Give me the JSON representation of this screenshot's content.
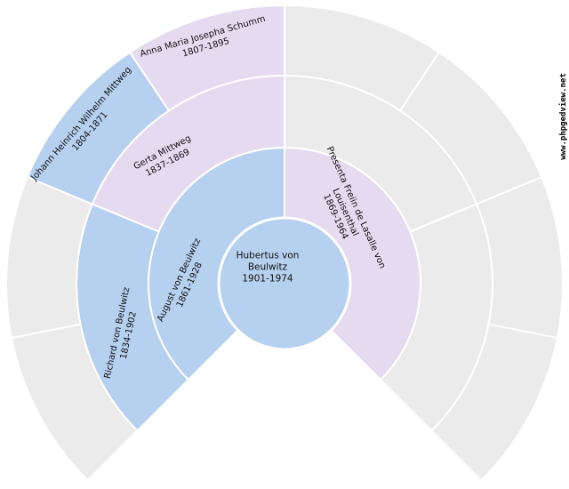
{
  "chart_data": {
    "type": "fan-genealogy",
    "title": "Ancestor fan chart of Hubertus von Beulwitz",
    "fan_degrees": 270,
    "generations_shown": 4,
    "persons": {
      "hubertus": {
        "name_lines": [
          "Hubertus von",
          "Beulwitz"
        ],
        "dates": "1901-1974",
        "sex": "M",
        "relation": "root"
      },
      "august": {
        "name_lines": [
          "August von Beulwitz"
        ],
        "dates": "1861-1928",
        "sex": "M",
        "relation": "father"
      },
      "presenta": {
        "name_lines": [
          "Presenta Freiin de Lasalle von",
          "Louisenthal"
        ],
        "dates": "1869-1964",
        "sex": "F",
        "relation": "mother"
      },
      "richard": {
        "name_lines": [
          "Richard von Beulwitz"
        ],
        "dates": "1834-1902",
        "sex": "M",
        "relation": "paternal grandfather"
      },
      "gerta": {
        "name_lines": [
          "Gerta Mittweg"
        ],
        "dates": "1837-1869",
        "sex": "F",
        "relation": "paternal grandmother"
      },
      "johann": {
        "name_lines": [
          "Johann Heinrich Wilhelm Mittweg"
        ],
        "dates": "1804-1871",
        "sex": "M",
        "relation": "great-grandfather"
      },
      "schumm": {
        "name_lines": [
          "Anna Maria Josepha Schumm"
        ],
        "dates": "1807-1895",
        "sex": "F",
        "relation": "great-grandmother"
      }
    },
    "cells": [
      {
        "gen": 1,
        "slot": 0,
        "person": "august"
      },
      {
        "gen": 1,
        "slot": 1,
        "person": "presenta"
      },
      {
        "gen": 2,
        "slot": 0,
        "person": "richard"
      },
      {
        "gen": 2,
        "slot": 1,
        "person": "gerta"
      },
      {
        "gen": 2,
        "slot": 2,
        "person": null
      },
      {
        "gen": 2,
        "slot": 3,
        "person": null
      },
      {
        "gen": 3,
        "slot": 0,
        "person": null
      },
      {
        "gen": 3,
        "slot": 1,
        "person": null
      },
      {
        "gen": 3,
        "slot": 2,
        "person": "johann"
      },
      {
        "gen": 3,
        "slot": 3,
        "person": "schumm"
      },
      {
        "gen": 3,
        "slot": 4,
        "person": null
      },
      {
        "gen": 3,
        "slot": 5,
        "person": null
      },
      {
        "gen": 3,
        "slot": 6,
        "person": null
      },
      {
        "gen": 3,
        "slot": 7,
        "person": null
      }
    ]
  },
  "colors": {
    "male": "#b6d0ef",
    "female": "#e6daf0",
    "empty": "#ebebeb",
    "divider": "#ffffff",
    "label_text": "#111111",
    "background": "#ffffff",
    "watermark_text": "#000000"
  },
  "watermark": "www.phpgedview.net"
}
